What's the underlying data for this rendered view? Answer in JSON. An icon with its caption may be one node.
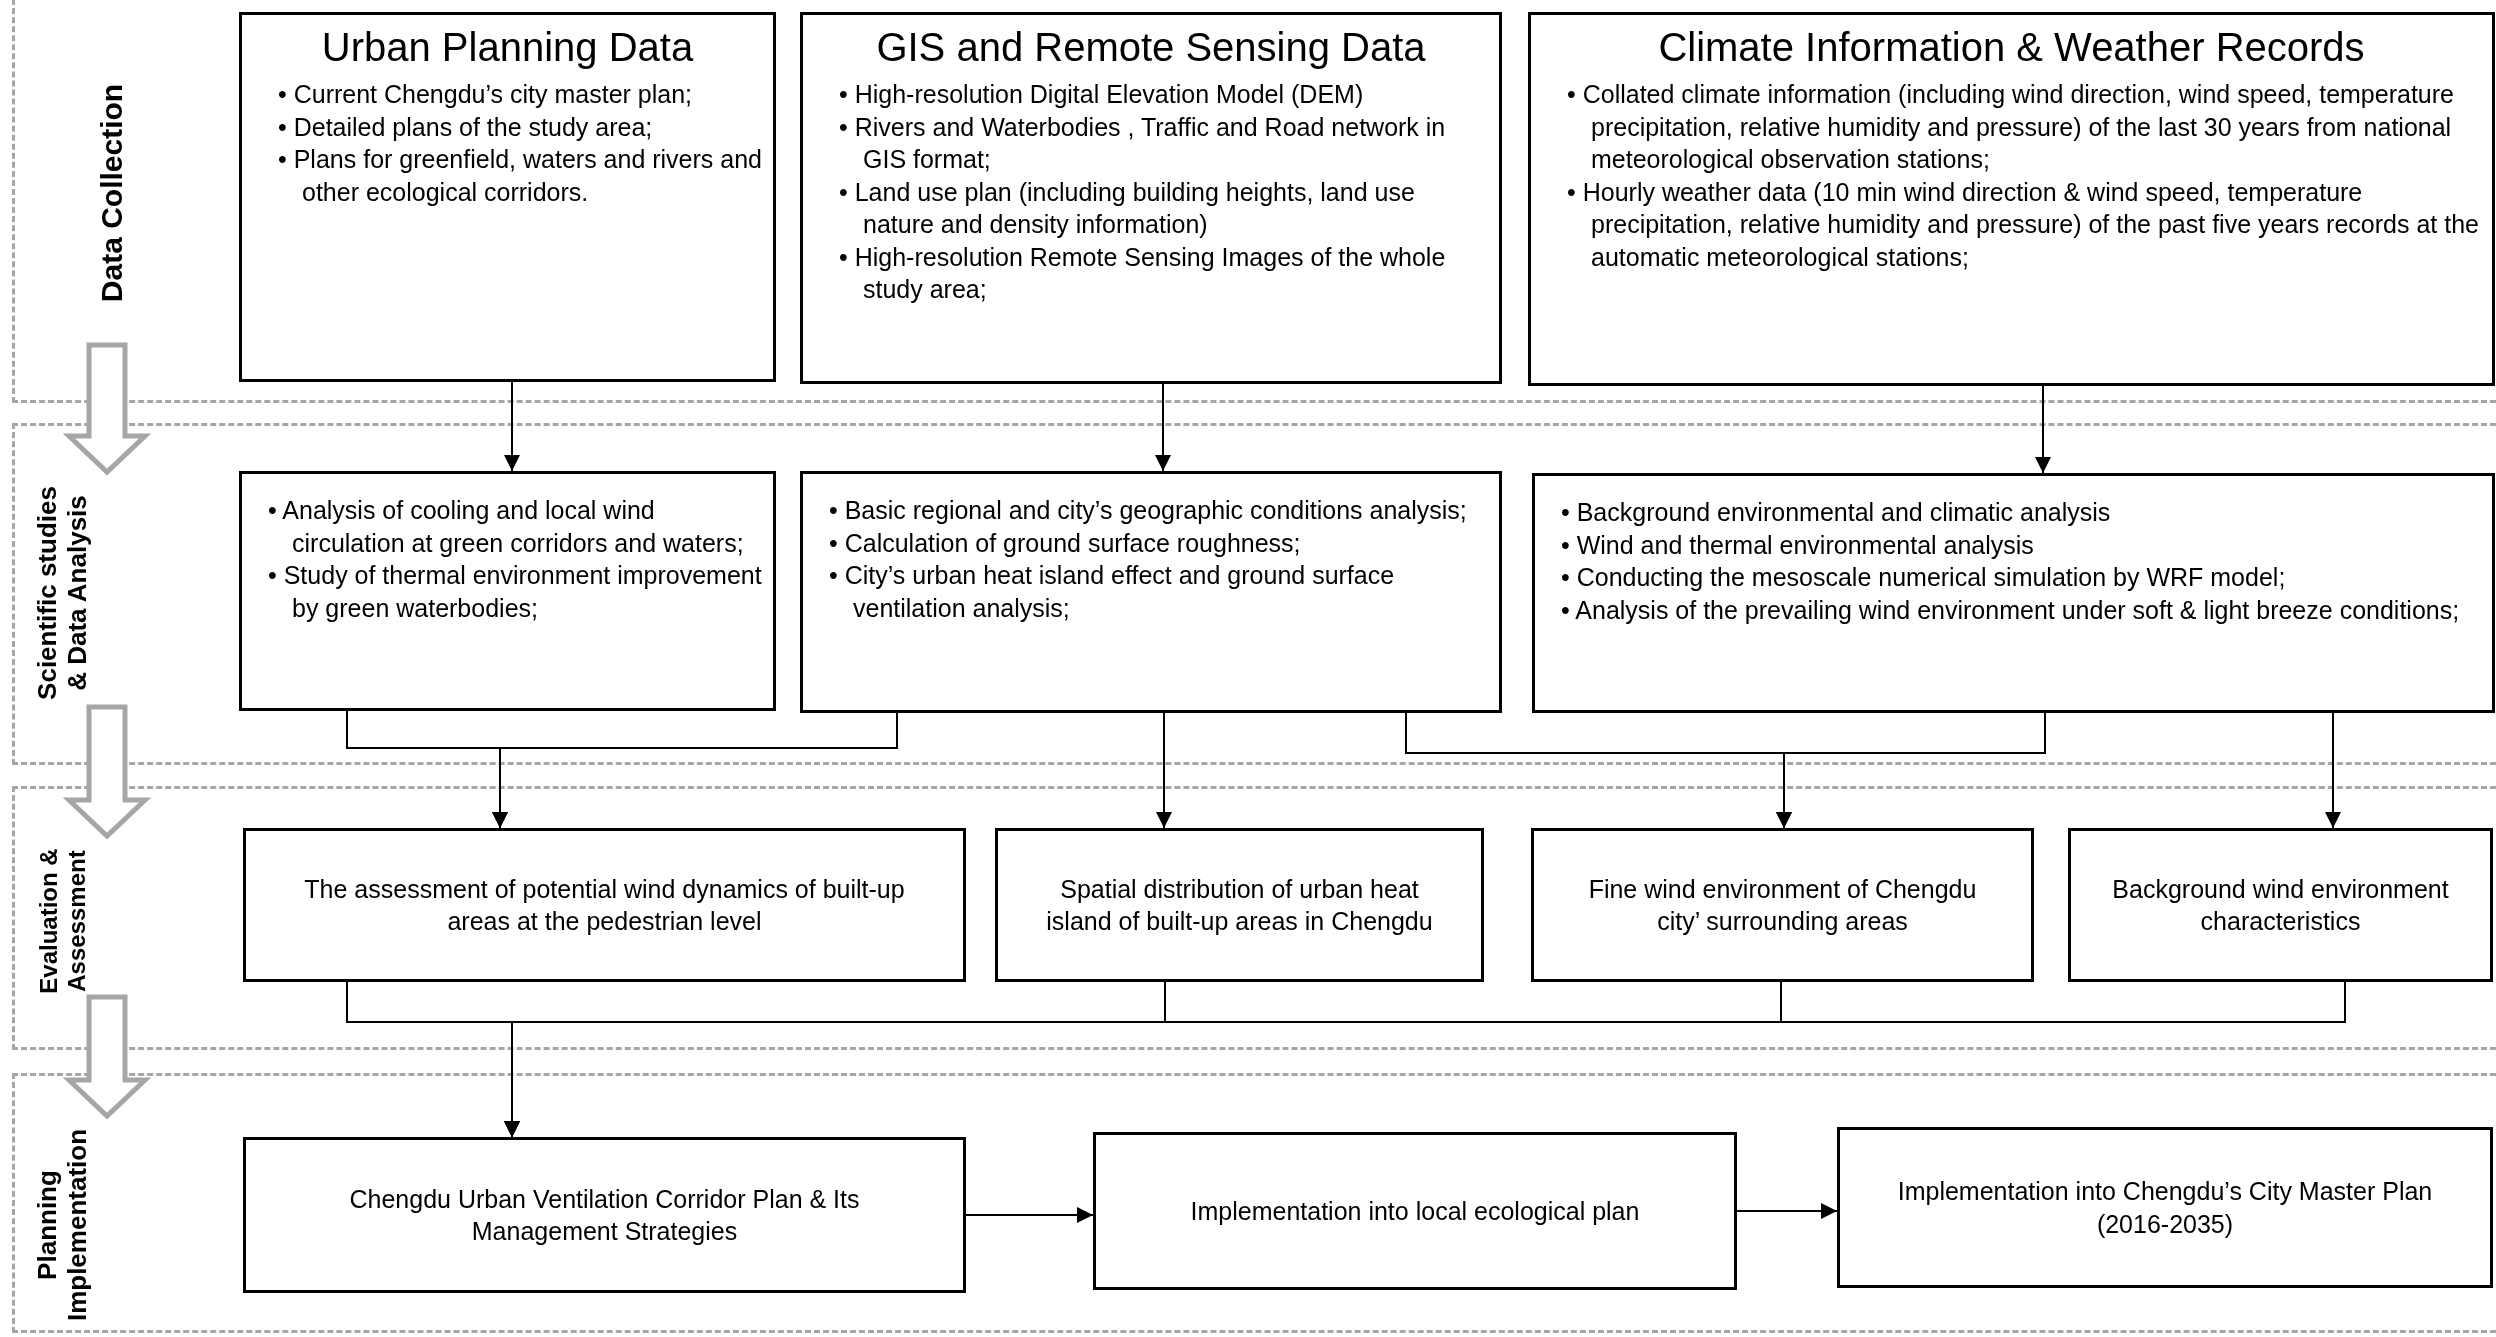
{
  "diagram": {
    "nodes": [
      {
        "text": [
          "Data Collection"
        ]
      },
      {
        "text": [
          "Urban Planning Data",
          "• Current Chengdu’s city master plan;",
          "• Detailed plans of the study area;",
          "• Plans for greenfield, waters and rivers and other ecological corridors."
        ],
        "in": 0
      },
      {
        "text": [
          "GIS and Remote Sensing Data",
          "• High-resolution Digital Elevation Model (DEM)",
          "• Rivers and Waterbodies , Traffic and Road network in GIS format;",
          "• Land use plan (including building heights, land use nature and density information)",
          "• High-resolution Remote Sensing Images of the whole study area;"
        ],
        "in": 0
      },
      {
        "text": [
          "Climate Information & Weather Records",
          "• Collated climate information (including wind direction, wind speed, temperature precipitation, relative humidity and pressure) of the last 30 years from national meteorological observation stations;",
          "• Hourly weather data (10 min wind direction & wind speed, temperature precipitation, relative humidity and pressure) of the past five years records at the automatic meteorological stations;"
        ],
        "in": 0
      },
      {
        "text": [
          "Scientific studies & Data Analysis"
        ]
      },
      {
        "text": [
          "• Analysis of cooling and local wind circulation at green corridors and waters;",
          "• Study of thermal environment improvement by green waterbodies;"
        ],
        "in": 4
      },
      {
        "text": [
          "• Basic regional and city’s geographic conditions analysis;",
          "• Calculation of ground surface roughness;",
          "• City’s urban heat island effect and ground surface ventilation analysis;"
        ],
        "in": 4
      },
      {
        "text": [
          "• Background environmental and climatic analysis",
          "• Wind and thermal environmental analysis",
          "• Conducting the mesoscale numerical simulation by WRF model;",
          "• Analysis of the prevailing wind environment under soft & light breeze conditions;"
        ],
        "in": 4
      },
      {
        "text": [
          "Evaluation & Assessment"
        ]
      },
      {
        "text": [
          "The assessment of potential wind dynamics of built-up areas at the pedestrian level"
        ],
        "in": 8
      },
      {
        "text": [
          "Spatial distribution of urban heat island of built-up areas in Chengdu"
        ],
        "in": 8
      },
      {
        "text": [
          "Fine wind environment of Chengdu city’ surrounding areas"
        ],
        "in": 8
      },
      {
        "text": [
          "Background wind environment characteristics"
        ],
        "in": 8
      },
      {
        "text": [
          "Planning Implementation"
        ]
      },
      {
        "text": [
          "Chengdu Urban Ventilation Corridor Plan & Its Management Strategies"
        ],
        "in": 13
      },
      {
        "text": [
          "Implementation into local ecological plan"
        ],
        "in": 13
      },
      {
        "text": [
          "Implementation into Chengdu’s City Master Plan (2016-2035)"
        ],
        "in": 13
      }
    ],
    "edges": [
      {
        "from": 0,
        "to": 4,
        "arrow": "to",
        "style": "thick",
        "color": "#a6a6a6"
      },
      {
        "from": 4,
        "to": 8,
        "arrow": "to",
        "style": "thick",
        "color": "#a6a6a6"
      },
      {
        "from": 8,
        "to": 13,
        "arrow": "to",
        "style": "thick",
        "color": "#a6a6a6"
      },
      {
        "from": 1,
        "to": 5,
        "arrow": "to"
      },
      {
        "from": 2,
        "to": 6,
        "arrow": "to"
      },
      {
        "from": 3,
        "to": 7,
        "arrow": "to"
      },
      {
        "from": 5,
        "to": 9,
        "arrow": "to"
      },
      {
        "from": 6,
        "to": 9,
        "arrow": "to"
      },
      {
        "from": 6,
        "to": 10,
        "arrow": "to"
      },
      {
        "from": 6,
        "to": 11,
        "arrow": "to"
      },
      {
        "from": 7,
        "to": 11,
        "arrow": "to"
      },
      {
        "from": 7,
        "to": 12,
        "arrow": "to"
      },
      {
        "from": 9,
        "to": 14,
        "arrow": "to"
      },
      {
        "from": 10,
        "to": 14,
        "arrow": "to"
      },
      {
        "from": 11,
        "to": 14,
        "arrow": "to"
      },
      {
        "from": 12,
        "to": 14,
        "arrow": "to"
      },
      {
        "from": 14,
        "to": 15,
        "arrow": "to"
      },
      {
        "from": 15,
        "to": 16,
        "arrow": "to"
      }
    ]
  }
}
